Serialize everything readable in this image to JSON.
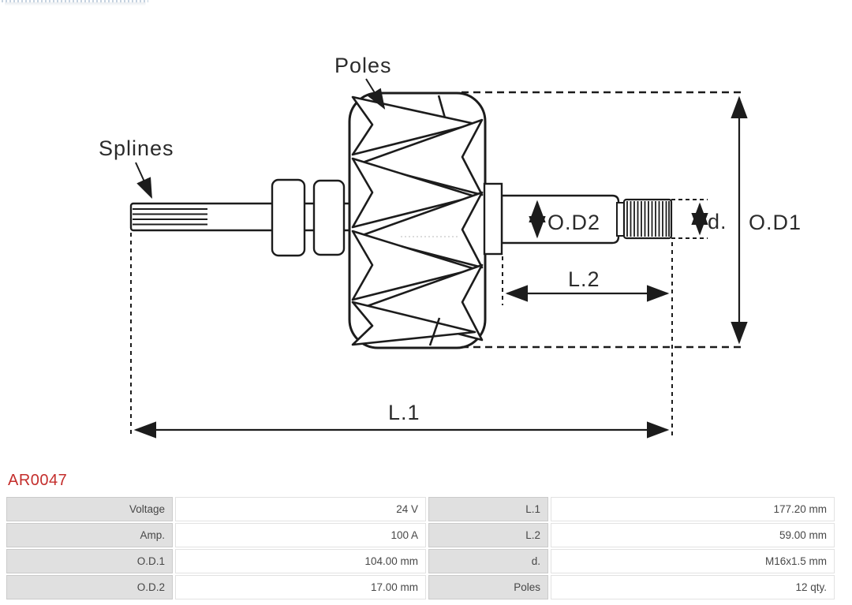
{
  "part": {
    "number": "AR0047"
  },
  "diagram": {
    "labels": {
      "poles": "Poles",
      "splines": "Splines",
      "od2": "O.D2",
      "d_small": "d.",
      "od1": "O.D1",
      "l2": "L.2",
      "l1": "L.1"
    }
  },
  "spec_table": {
    "rows": [
      [
        "Voltage",
        "24 V",
        "L.1",
        "177.20 mm"
      ],
      [
        "Amp.",
        "100 A",
        "L.2",
        "59.00 mm"
      ],
      [
        "O.D.1",
        "104.00 mm",
        "d.",
        "M16x1.5 mm"
      ],
      [
        "O.D.2",
        "17.00 mm",
        "Poles",
        "12 qty."
      ]
    ]
  },
  "colors": {
    "part_number_red": "#c42e2c",
    "drawing_line": "#1c1c1c",
    "table_label_bg": "#e0e0e0",
    "table_text": "#474747"
  }
}
